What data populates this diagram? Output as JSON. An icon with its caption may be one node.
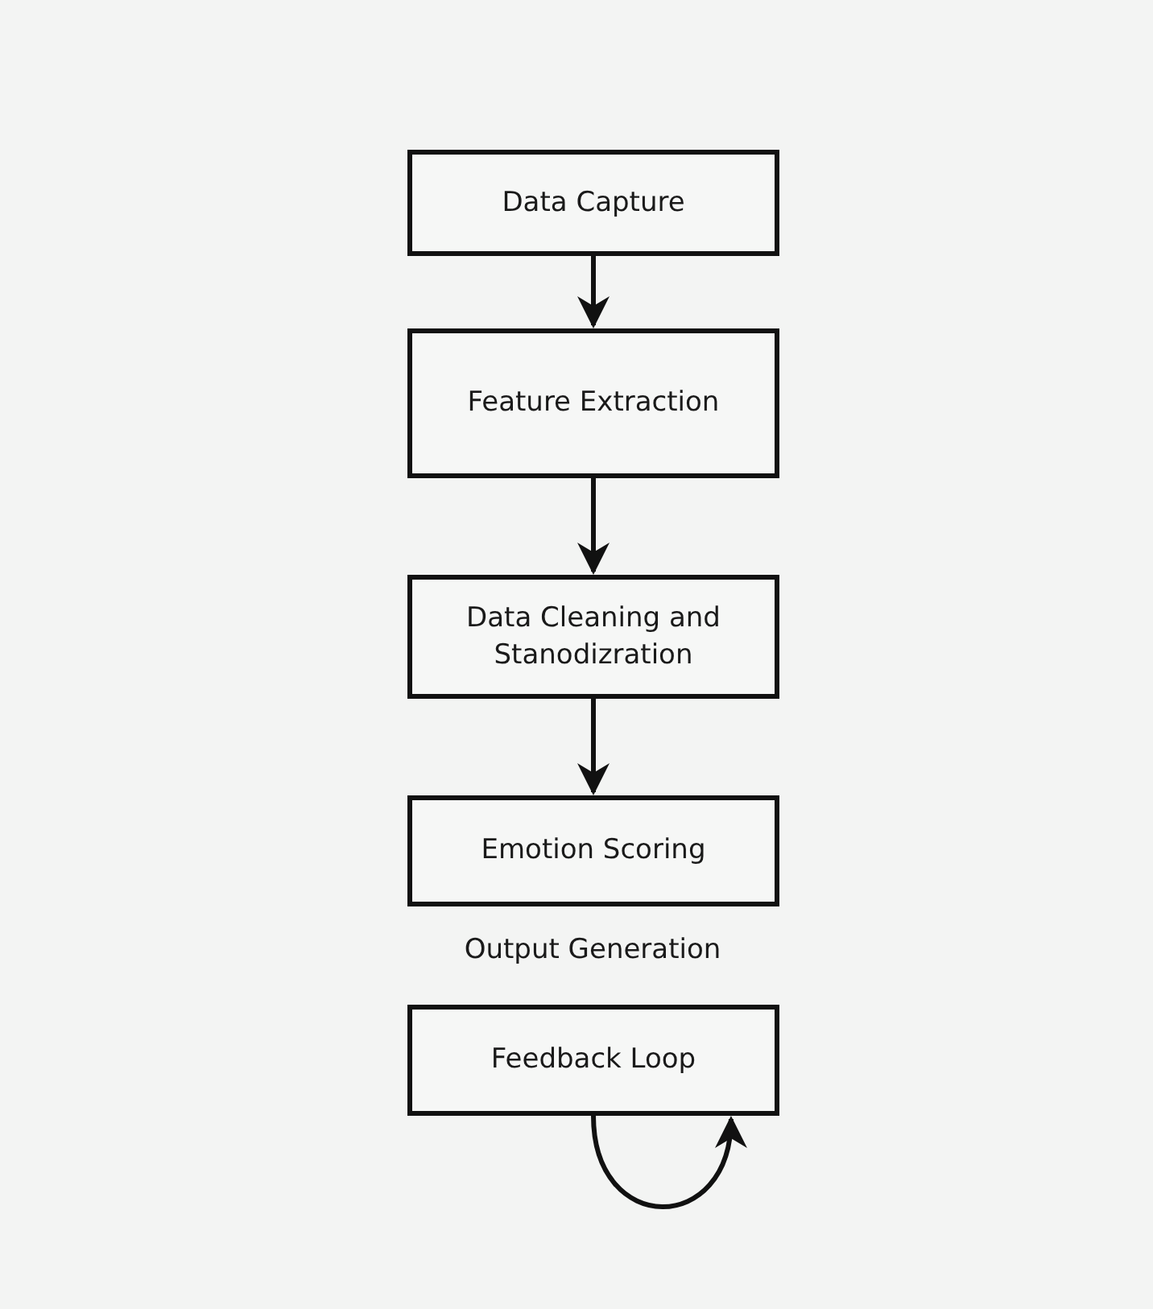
{
  "diagram": {
    "nodes": [
      {
        "text": [
          "Data Capture"
        ]
      },
      {
        "text": [
          "Feature Extraction"
        ]
      },
      {
        "text": [
          "Data Cleaning and Stanodizration"
        ]
      },
      {
        "text": [
          "Emotion Scoring"
        ]
      },
      {
        "text": [
          "Feedback Loop"
        ]
      }
    ],
    "edges": [
      {
        "from": 0,
        "to": 1,
        "arrow": "to"
      },
      {
        "from": 1,
        "to": 2,
        "arrow": "to"
      },
      {
        "from": 2,
        "to": 3,
        "arrow": "to"
      },
      {
        "from": 4,
        "to": 4,
        "arrow": "to"
      }
    ],
    "labels": [
      "Output Generation"
    ]
  }
}
